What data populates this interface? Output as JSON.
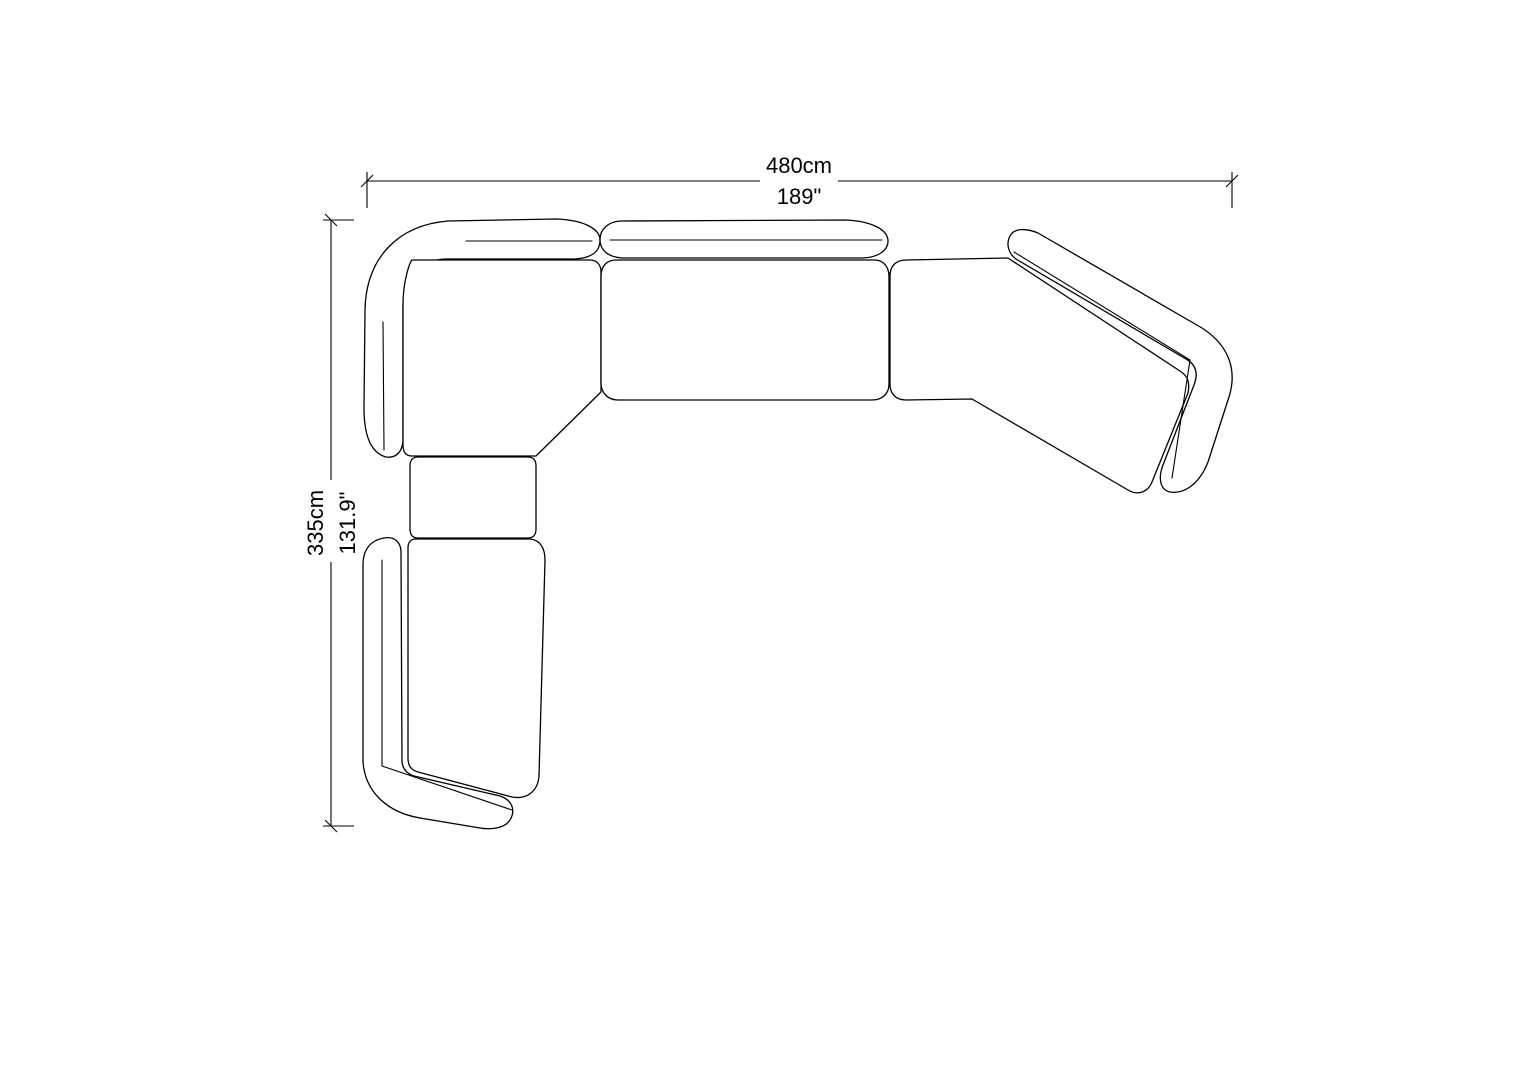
{
  "dimensions": {
    "width": {
      "metric": "480cm",
      "imperial": "189\""
    },
    "depth": {
      "metric": "335cm",
      "imperial": "131.9\""
    }
  },
  "colors": {
    "line": "#000000",
    "background": "#ffffff"
  }
}
